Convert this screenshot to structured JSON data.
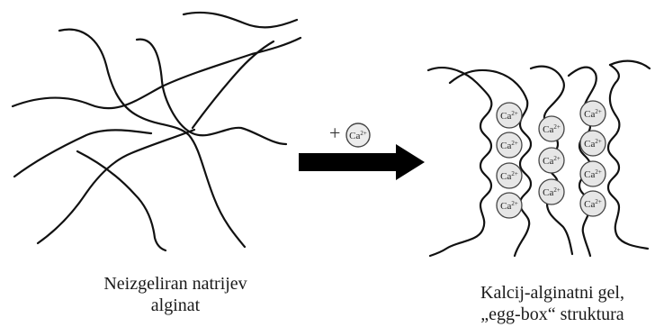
{
  "diagram": {
    "reagent": {
      "plus": "+",
      "ion_symbol": "Ca",
      "ion_charge": "2+"
    },
    "captions": {
      "left_line1": "Neizgeliran natrijev",
      "left_line2": "alginat",
      "right_line1": "Kalcij-alginatni gel,",
      "right_line2": "„egg-box“ struktura"
    }
  }
}
